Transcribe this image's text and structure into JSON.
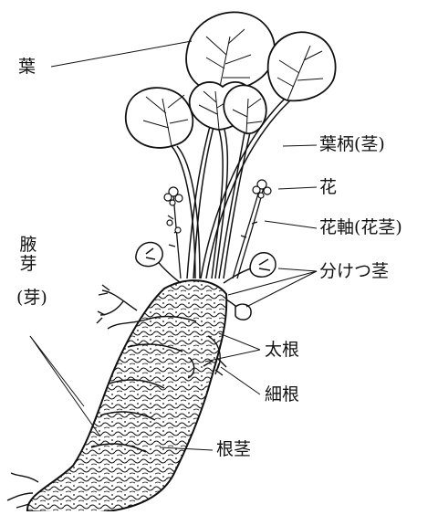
{
  "labels": {
    "leaf": "葉",
    "petiole": "葉柄(茎)",
    "flower": "花",
    "flower_axis": "花軸(花茎)",
    "offshoot": "分けつ茎",
    "axillary_bud": "腋芽",
    "bud_paren": "(芽)",
    "thick_root": "太根",
    "fine_root": "細根",
    "rhizome": "根茎"
  },
  "colors": {
    "ink": "#111111",
    "paper": "#ffffff"
  }
}
